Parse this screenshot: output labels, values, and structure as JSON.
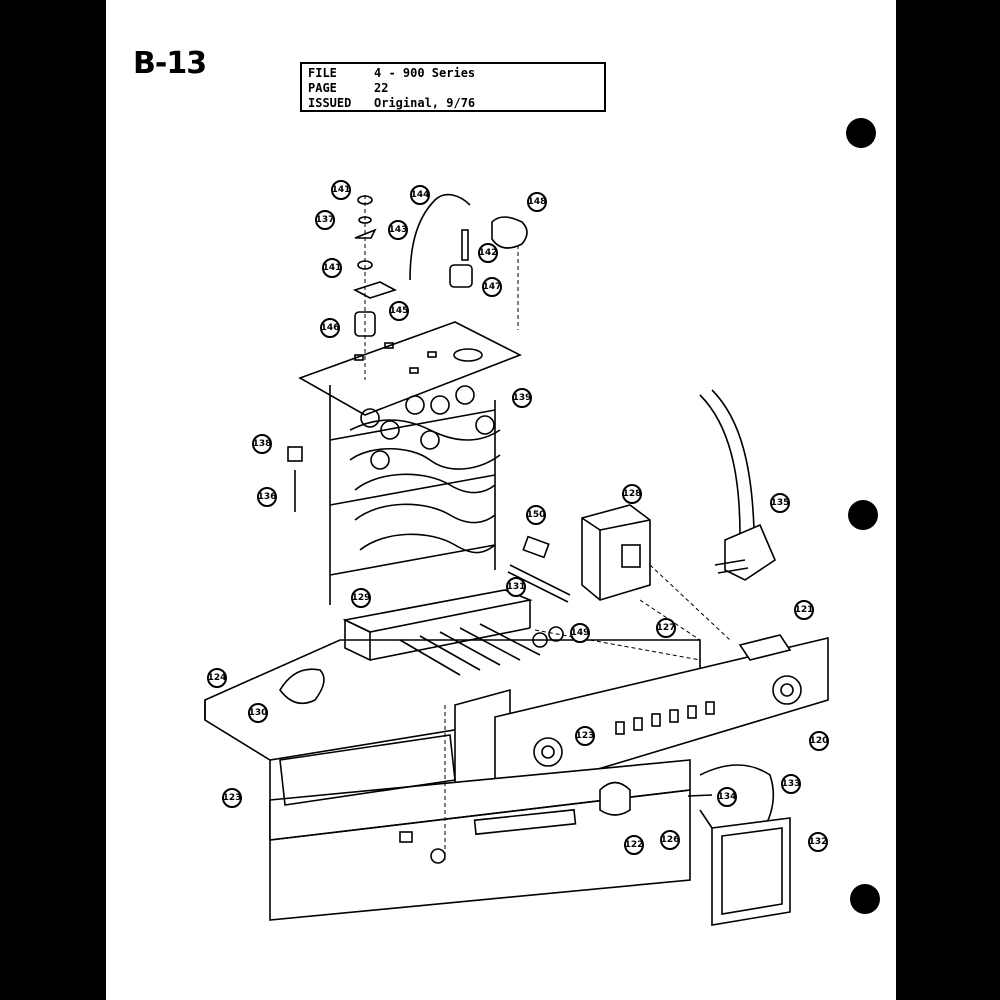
{
  "header": {
    "page_code": "B-13",
    "info_rows": [
      {
        "key": "FILE",
        "value": "4 - 900 Series"
      },
      {
        "key": "PAGE",
        "value": "22"
      },
      {
        "key": "ISSUED",
        "value": "Original, 9/76"
      }
    ]
  },
  "callouts": [
    "141",
    "137",
    "143",
    "144",
    "148",
    "142",
    "141",
    "147",
    "145",
    "146",
    "139",
    "138",
    "136",
    "150",
    "128",
    "135",
    "131",
    "129",
    "149",
    "121",
    "127",
    "124",
    "130",
    "120",
    "123",
    "123",
    "122",
    "126",
    "134",
    "133",
    "132"
  ]
}
